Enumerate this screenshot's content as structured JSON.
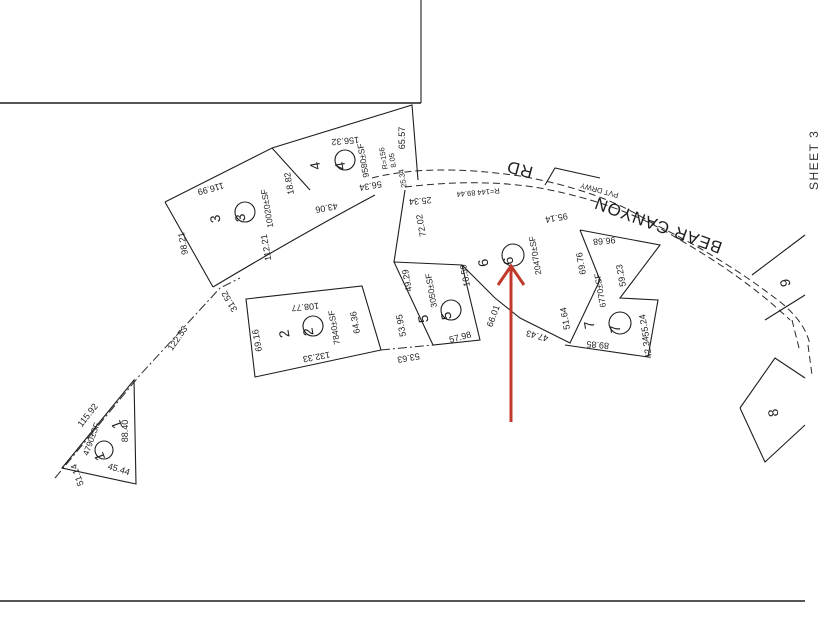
{
  "sheet_label": "SHEET 3",
  "road": {
    "label_road": "RD",
    "label_name": "BEAR CANYON",
    "driveway_note": "PVT DRWY",
    "curve_note": "R=144 89.44"
  },
  "lots": [
    {
      "num": "1",
      "circle": "1",
      "area": "4790±SF",
      "dims": [
        "115.92",
        "88.40",
        "45.44",
        "51.14"
      ]
    },
    {
      "num": "2",
      "circle": "2",
      "area": "7840±SF",
      "dims": [
        "108.77",
        "69.16",
        "132.33",
        "64.36"
      ]
    },
    {
      "num": "3",
      "circle": "3",
      "area": "10020±SF",
      "dims": [
        "116.99",
        "98.21",
        "112.21"
      ]
    },
    {
      "num": "4",
      "circle": "4",
      "area": "9580±SF",
      "dims": [
        "156.32",
        "18.82",
        "43.06",
        "65.57",
        "R=156",
        "8.05",
        "56.34",
        "25.34"
      ]
    },
    {
      "num": "5",
      "circle": "5",
      "area": "3050±SF",
      "dims": [
        "49.29",
        "53.95",
        "57.98"
      ]
    },
    {
      "num": "6",
      "circle": "6",
      "area": "20470±SF",
      "dims": [
        "72.02",
        "95.14",
        "10.59",
        "66.01",
        "25.34"
      ]
    },
    {
      "num": "7",
      "circle": "7",
      "area": "6770±SF",
      "dims": [
        "69.76",
        "96.68",
        "59.23",
        "51.64",
        "47.43",
        "89.85",
        "55.24",
        "42.34"
      ]
    }
  ],
  "other_dims": [
    "122.53",
    "31.52",
    "53.63"
  ],
  "adjacent_lots": [
    "8",
    "9"
  ],
  "arrow_color": "#c0392b"
}
